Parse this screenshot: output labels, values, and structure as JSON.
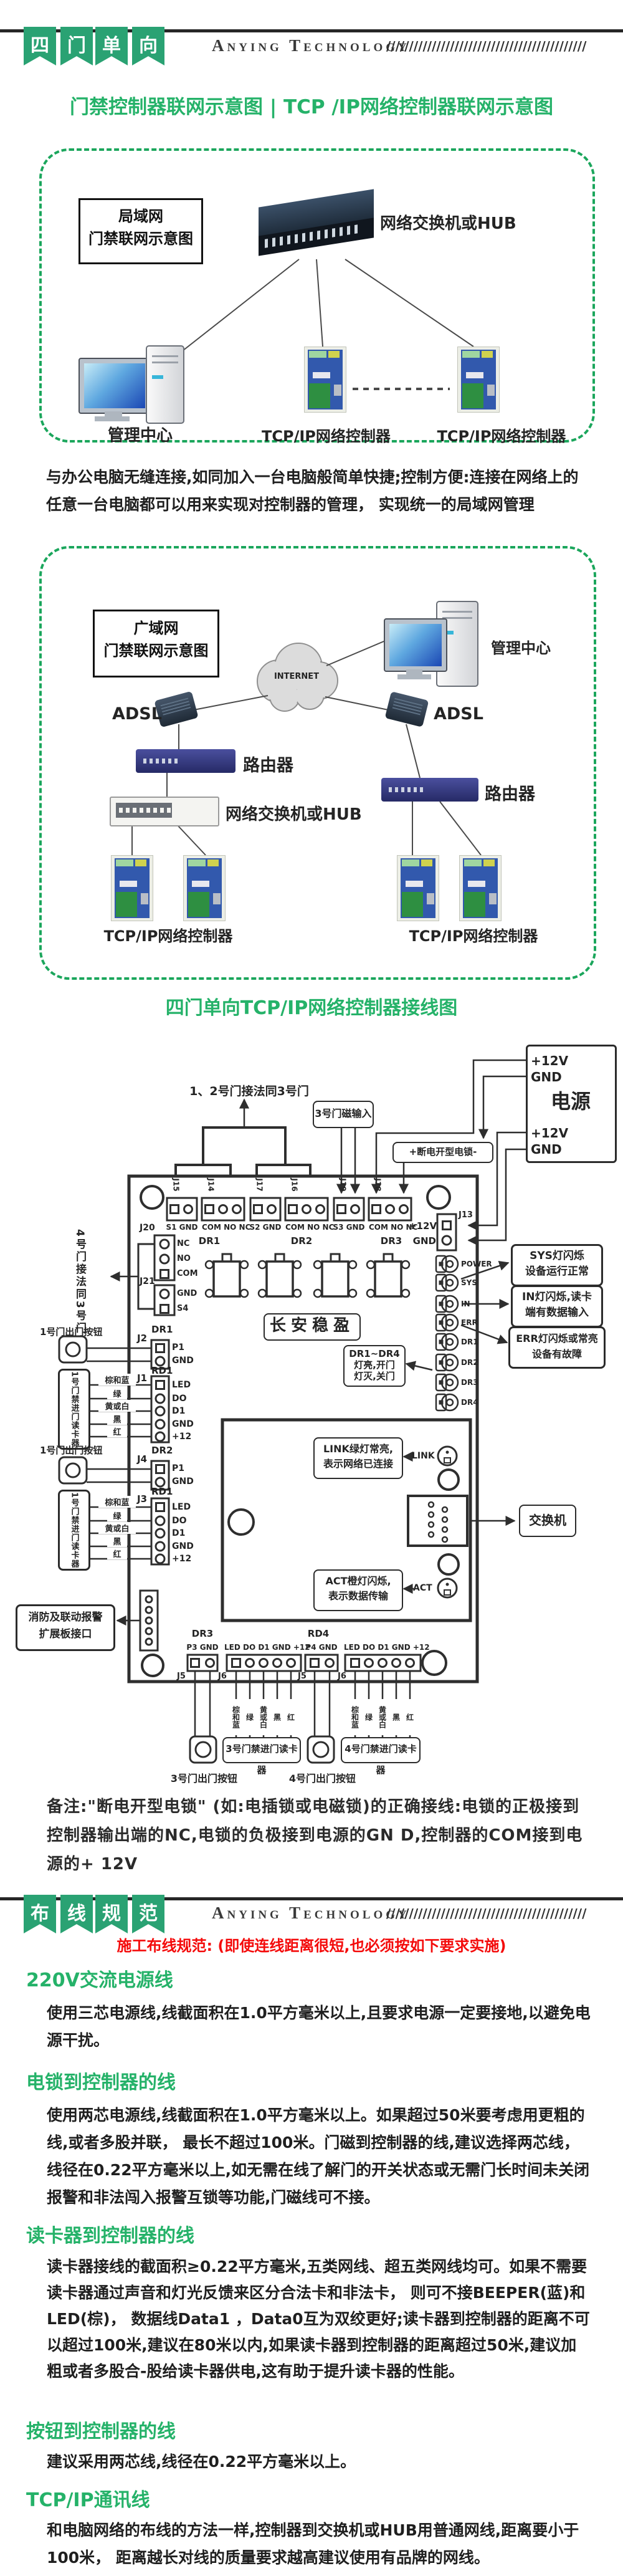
{
  "page": {
    "colors": {
      "green_accent": "#25b269",
      "ribbon_green": "#2aa273",
      "dashed_green": "#1ba65c",
      "red": "#f40b0b",
      "line_dark": "#2e2e2e"
    }
  },
  "h1": {
    "ribbon": [
      "四",
      "门",
      "单",
      "向"
    ],
    "brand": "Anying Technology",
    "slashes": "////////////////////////////////////////////"
  },
  "h2": {
    "ribbon": [
      "布",
      "线",
      "规",
      "范"
    ],
    "brand": "Anying Technology",
    "slashes": "////////////////////////////////////////////"
  },
  "s1": {
    "title": "门禁控制器联网示意图 | TCP /IP网络控制器联网示意图",
    "lan": {
      "tag1": "局域网",
      "tag2": "门禁联网示意图",
      "switch_label": "网络交换机或HUB",
      "pc": "管理中心",
      "ctrl1": "TCP/IP网络控制器",
      "ctrl2": "TCP/IP网络控制器"
    },
    "para": "与办公电脑无缝连接,如同加入一台电脑般简单快捷;控制方便:连接在网络上的任意一台电脑都可以用来实现对控制器的管理， 实现统一的局域网管理",
    "wan": {
      "tag1": "广域网",
      "tag2": "门禁联网示意图",
      "pc": "管理中心",
      "internet": "INTERNET",
      "adsl_l": "ADSL",
      "adsl_r": "ADSL",
      "router_l": "路由器",
      "router_r": "路由器",
      "switch_label": "网络交换机或HUB",
      "ctrl_l": "TCP/IP网络控制器",
      "ctrl_r": "TCP/IP网络控制器"
    }
  },
  "w": {
    "title": "四门单向TCP/IP网络控制器接线图",
    "top_note": "1、2号门接法同3号门",
    "door3_input": "3号门磁输入",
    "lock": "+断电开型电锁-",
    "power": "电源",
    "p12": "+12V",
    "pgnd": "GND",
    "j13": "J13",
    "blocks": [
      "S1 GND",
      "COM NO NC",
      "S2 GND",
      "COM NO NC",
      "S3 GND",
      "COM NO NC"
    ],
    "jtop": [
      "J15",
      "J14",
      "J17",
      "J16",
      "J19",
      "J18"
    ],
    "drtop": [
      "DR1",
      "DR2",
      "DR3"
    ],
    "j20": "J20",
    "j20_pins": [
      "NC",
      "NO",
      "COM"
    ],
    "j21": "J21",
    "j21_pins": [
      "GND",
      "S4"
    ],
    "door4_note": "4号门接法同3号门",
    "exit_btn": "1号门出门按钮",
    "reader": "1号门禁进门读卡器",
    "dr1": "DR1",
    "j2": "J2",
    "p1": "P1",
    "gnd": "GND",
    "rd1": "RD1",
    "j1": "J1",
    "reader_pins": [
      "LED",
      "DO",
      "D1",
      "GND",
      "+12"
    ],
    "dr2": "DR2",
    "j4": "J4",
    "j3": "J3",
    "colors": [
      "棕和蓝",
      "绿",
      "黄或白",
      "黑",
      "红"
    ],
    "leds": [
      "POWER",
      "SYS",
      "IN",
      "ERR",
      "DR1",
      "DR2",
      "DR3",
      "DR4"
    ],
    "co_sys": [
      "SYS灯闪烁",
      "设备运行正常"
    ],
    "co_in": [
      "IN灯闪烁,读卡",
      "端有数据输入"
    ],
    "co_err": [
      "ERR灯闪烁或常亮",
      "设备有故障"
    ],
    "co_dr": [
      "DR1~DR4",
      "灯亮,开门",
      "灯灭,关门"
    ],
    "co_link": [
      "LINK绿灯常亮,",
      "表示网络已连接"
    ],
    "co_act": [
      "ACT橙灯闪烁,",
      "表示数据传输"
    ],
    "link": "LINK",
    "act": "ACT",
    "switch_box": "交换机",
    "brand": "长安稳盈",
    "fire": [
      "消防及联动报警",
      "扩展板接口"
    ],
    "dr3": "DR3",
    "rd4": "RD4",
    "b_rows": [
      "P3 GND",
      "LED DO D1 GND +12",
      "P4 GND",
      "LED DO D1 GND +12"
    ],
    "jb": [
      "J5",
      "J6",
      "J5",
      "J6"
    ],
    "btn3": "3号门出门按钮",
    "reader3": "3号门禁进门读卡器",
    "btn4": "4号门出门按钮",
    "reader4": "4号门禁进门读卡器",
    "note": "备注:\"断电开型电锁\" (如:电插锁或电磁锁)的正确接线:电锁的正极接到控制器输出端的NC,电锁的负极接到电源的GN D,控制器的COM接到电源的+ 12V"
  },
  "s3": {
    "red_note": "施工布线规范: (即使连线距离很短,也必须按如下要求实施)",
    "blocks": [
      {
        "heading": "220V交流电源线",
        "body": "使用三芯电源线,线截面积在1.0平方毫米以上,且要求电源一定要接地,以避免电源干扰。"
      },
      {
        "heading": "电锁到控制器的线",
        "body": "使用两芯电源线,线截面积在1.0平方毫米以上。如果超过50米要考虑用更粗的线,或者多股并联， 最长不超过100米。门磁到控制器的线,建议选择两芯线， 线径在0.22平方毫米以上,如无需在线了解门的开关状态或无需门长时间未关闭报警和非法闯入报警互锁等功能,门磁线可不接。"
      },
      {
        "heading": "读卡器到控制器的线",
        "body": "读卡器接线的截面积≥0.22平方毫米,五类网线、超五类网线均可。如果不需要读卡器通过声音和灯光反馈来区分合法卡和非法卡， 则可不接BEEPER(蓝)和LED(棕)， 数据线Data1 ，Data0互为双绞更好;读卡器到控制器的距离不可以超过100米,建议在80米以内,如果读卡器到控制器的距离超过50米,建议加粗或者多股合-股给读卡器供电,这有助于提升读卡器的性能。"
      },
      {
        "heading": "按钮到控制器的线",
        "body": "建议采用两芯线,线径在0.22平方毫米以上。"
      },
      {
        "heading": "TCP/IP通讯线",
        "body": "和电脑网络的布线的方法一样,控制器到交换机或HUB用普通网线,距离要小于100米， 距离越长对线的质量要求越高建议使用有品牌的网线。"
      }
    ]
  }
}
